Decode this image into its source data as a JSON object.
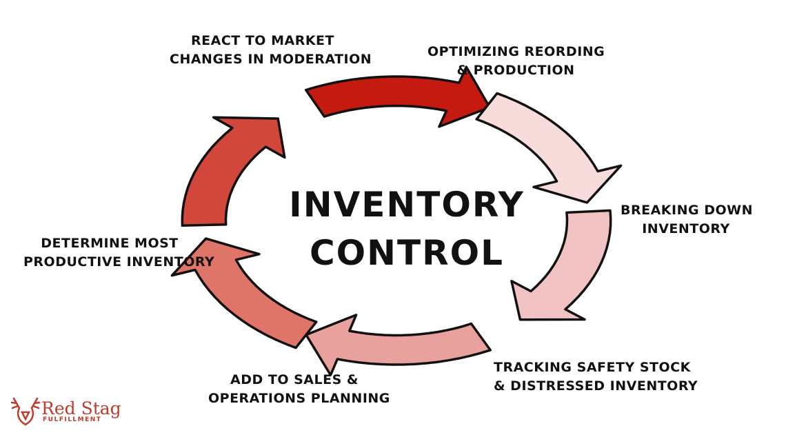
{
  "center": {
    "line1": "INVENTORY",
    "line2": "CONTROL"
  },
  "steps": [
    {
      "line1": "REACT TO MARKET",
      "line2": "CHANGES IN MODERATION"
    },
    {
      "line1": "OPTIMIZING REORDING",
      "line2": "& PRODUCTION"
    },
    {
      "line1": "BREAKING DOWN",
      "line2": "INVENTORY"
    },
    {
      "line1": "TRACKING SAFETY STOCK",
      "line2": "& DISTRESSED INVENTORY"
    },
    {
      "line1": "ADD TO SALES &",
      "line2": "OPERATIONS PLANNING"
    },
    {
      "line1": "DETERMINE MOST",
      "line2": "PRODUCTIVE INVENTORY"
    }
  ],
  "arrow_colors": [
    "#c51a10",
    "#f8dcdc",
    "#f0c2c2",
    "#e8a19d",
    "#df7469",
    "#d2473c"
  ],
  "outline_color": "#111111",
  "brand": {
    "name": "Red Stag",
    "sub": "FULFILLMENT",
    "color": "#c0392b"
  }
}
